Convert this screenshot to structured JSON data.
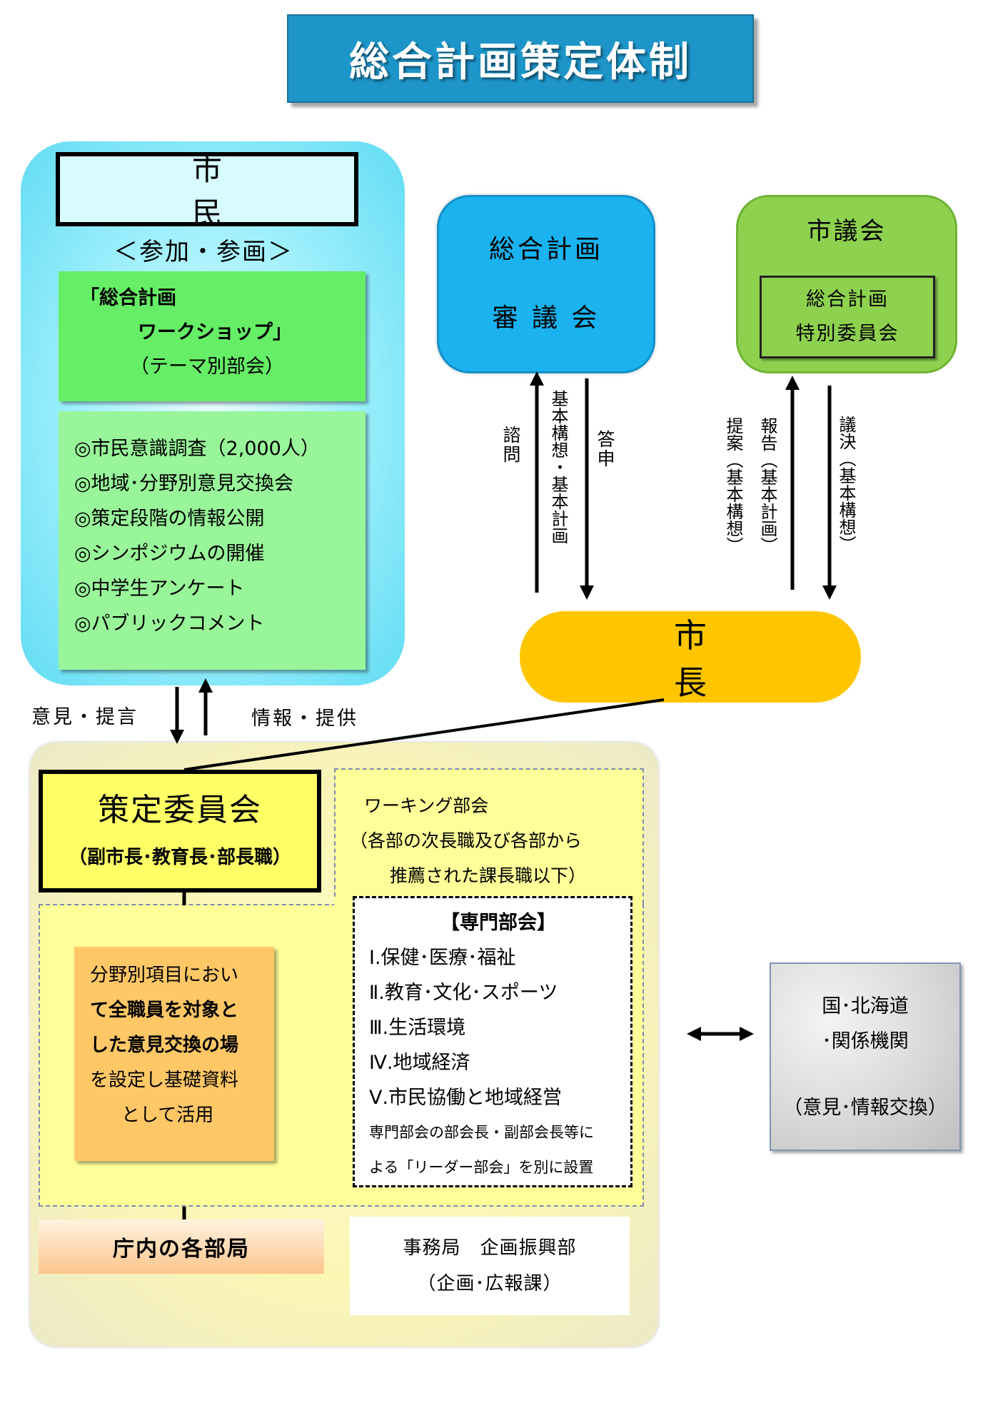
{
  "title": "総合計画策定体制",
  "citizen": {
    "title": "市　民",
    "participation": "＜参加・参画＞",
    "workshop": [
      "「総合計画",
      "　　　ワークショップ」",
      "（テーマ別部会）"
    ],
    "methods": [
      "◎市民意識調査（2,000人）",
      "◎地域･分野別意見交換会",
      "◎策定段階の情報公開",
      "◎シンポジウムの開催",
      "◎中学生アンケート",
      "◎パブリックコメント"
    ]
  },
  "council": {
    "line1": "総合計画",
    "line2": "審 議 会"
  },
  "assembly": {
    "title": "市議会",
    "sub_line1": "総合計画",
    "sub_line2": "特別委員会"
  },
  "flows": {
    "consult": "諮問",
    "plan": "基本構想・基本計画",
    "report": "答申",
    "proposal": "提案（基本構想）",
    "report_plan": "報告（基本計画）",
    "resolution": "議決（基本構想）",
    "opinion": "意見・提言",
    "information": "情報・提供"
  },
  "mayor": "市　長",
  "committee": {
    "title": "策定委員会",
    "members": "（副市長･教育長･部長職）"
  },
  "working": {
    "title": "ワーキング部会",
    "line1": "（各部の次長職及び各部から",
    "line2": "推薦された課長職以下）"
  },
  "expert": {
    "title": "【専門部会】",
    "items": [
      "Ⅰ.保健･医療･福祉",
      "Ⅱ.教育･文化･スポーツ",
      "Ⅲ.生活環境",
      "Ⅳ.地域経済",
      "Ⅴ.市民協働と地域経営"
    ],
    "note1": "専門部会の部会長・副部会長等に",
    "note2": "よる「リーダー部会」を別に設置"
  },
  "field": [
    "分野別項目におい",
    "て全職員を対象と",
    "した意見交換の場",
    "を設定し基礎資料",
    "として活用"
  ],
  "departments": "庁内の各部局",
  "secretariat": {
    "line1": "事務局　企画振興部",
    "line2": "（企画･広報課）"
  },
  "external": {
    "line1": "国･北海道",
    "line2": "･関係機関",
    "line3": "（意見･情報交換）"
  }
}
